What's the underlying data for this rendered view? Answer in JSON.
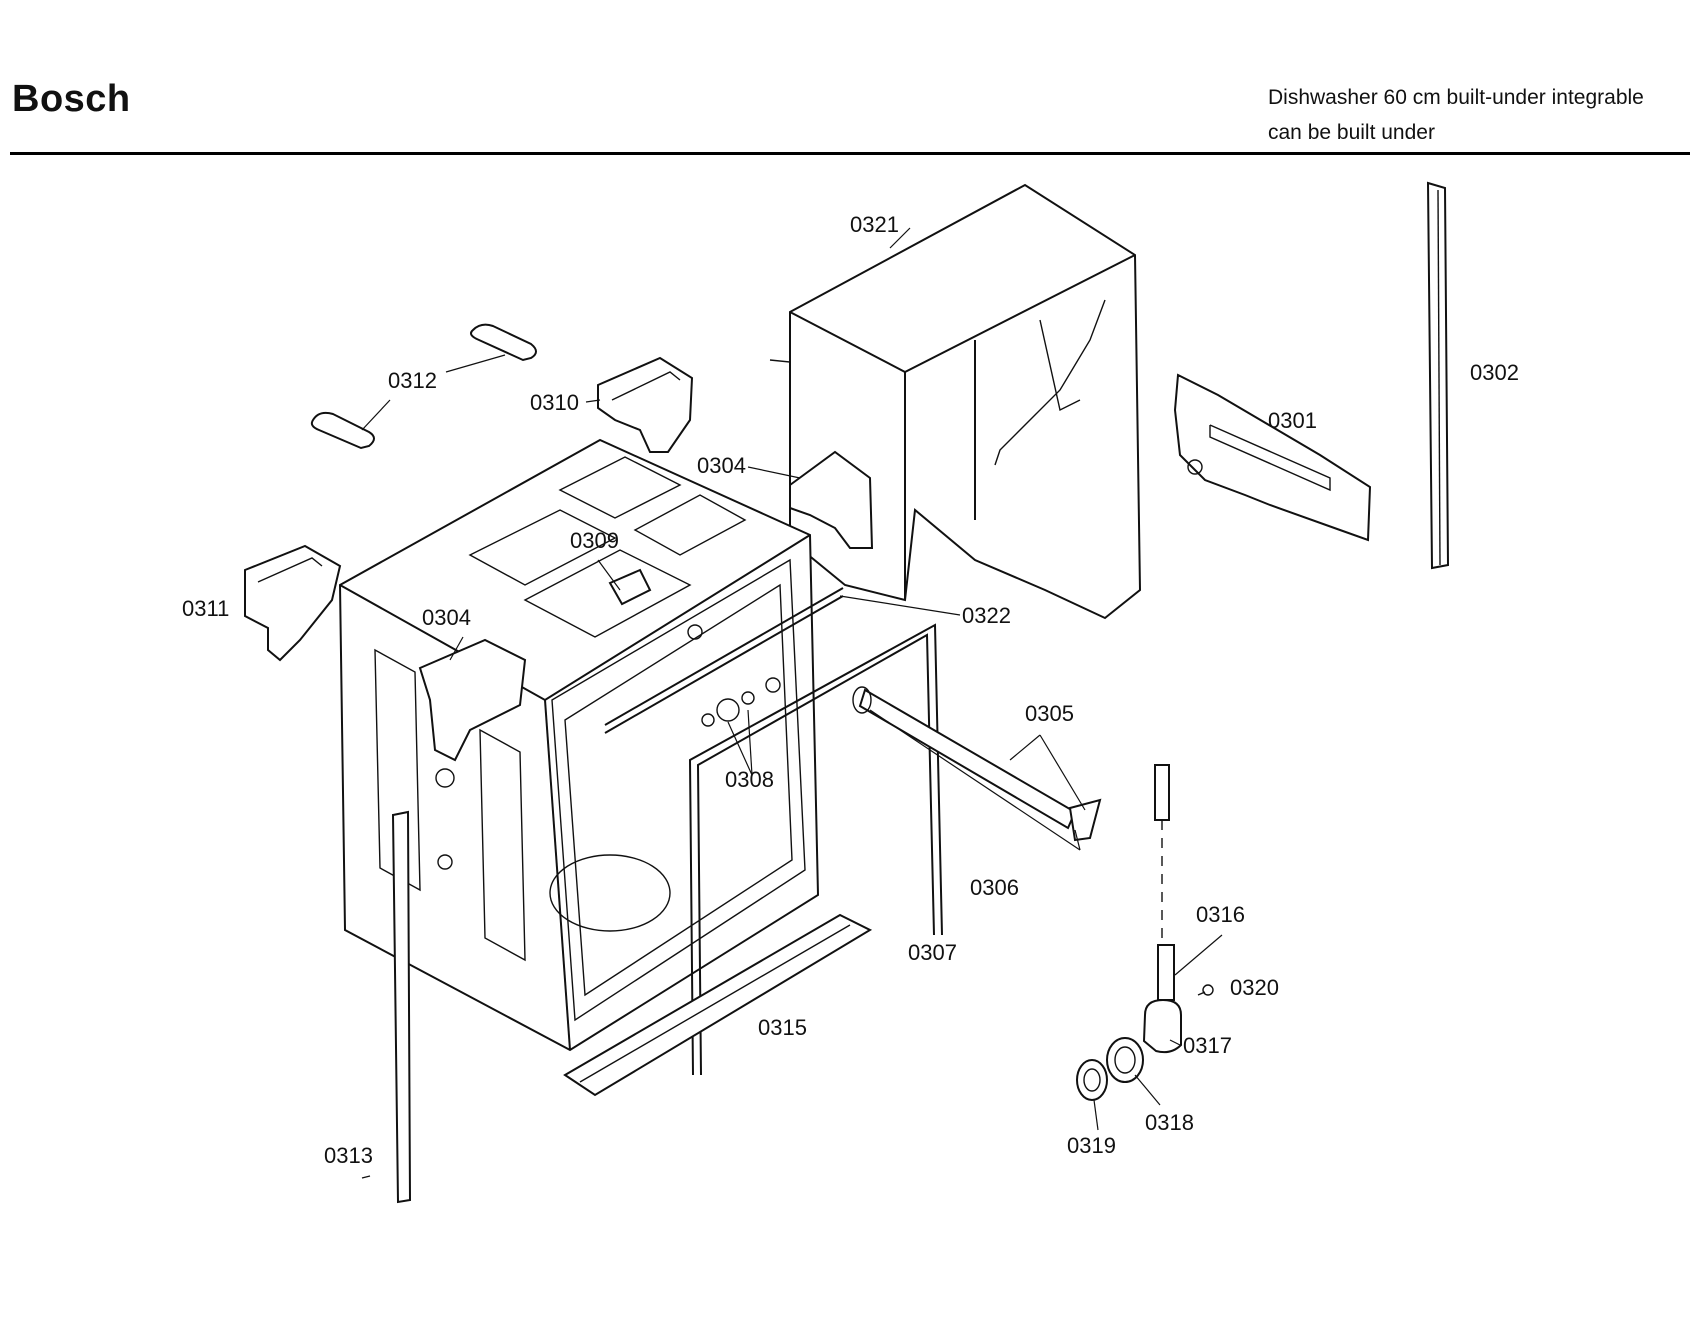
{
  "header": {
    "brand": "Bosch",
    "subtitle_line1": "Dishwasher 60 cm built-under integrable",
    "subtitle_line2": "can be built under"
  },
  "callouts": {
    "p0301": "0301",
    "p0302": "0302",
    "p0304a": "0304",
    "p0304b": "0304",
    "p0305": "0305",
    "p0306": "0306",
    "p0307": "0307",
    "p0308": "0308",
    "p0309": "0309",
    "p0310": "0310",
    "p0311": "0311",
    "p0312": "0312",
    "p0313": "0313",
    "p0315": "0315",
    "p0316": "0316",
    "p0317": "0317",
    "p0318": "0318",
    "p0319": "0319",
    "p0320": "0320",
    "p0321": "0321",
    "p0322": "0322"
  }
}
